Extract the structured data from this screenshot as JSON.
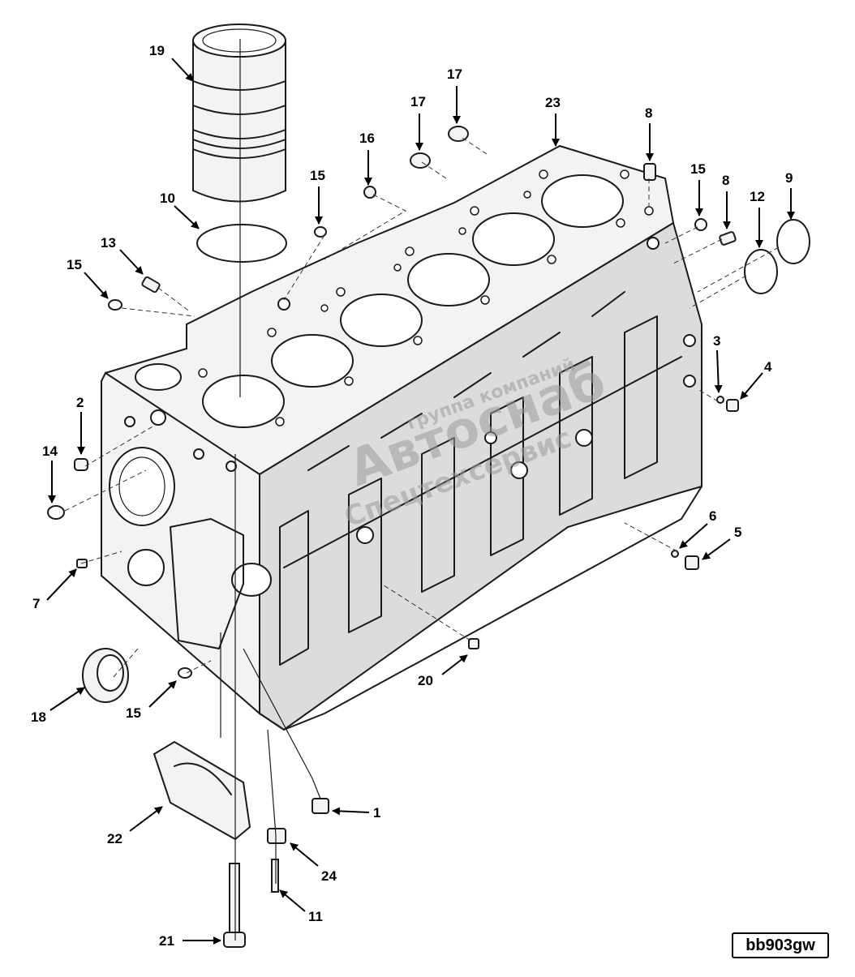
{
  "figure_code": "bb903gw",
  "watermark": {
    "top_text": "группа компаний",
    "logo_text": "Автоснаб",
    "bottom_text": "Спецтехсервис"
  },
  "callouts": {
    "c1": "1",
    "c2": "2",
    "c3": "3",
    "c4": "4",
    "c5": "5",
    "c6": "6",
    "c7": "7",
    "c8a": "8",
    "c8b": "8",
    "c9": "9",
    "c10": "10",
    "c11": "11",
    "c12": "12",
    "c13": "13",
    "c14": "14",
    "c15a": "15",
    "c15b": "15",
    "c15c": "15",
    "c15d": "15",
    "c16": "16",
    "c17a": "17",
    "c17b": "17",
    "c18": "18",
    "c19": "19",
    "c20": "20",
    "c21": "21",
    "c22": "22",
    "c23": "23",
    "c24": "24"
  },
  "colors": {
    "line": "#1a1a1a",
    "background": "#ffffff",
    "watermark": "#9a9a9a"
  }
}
